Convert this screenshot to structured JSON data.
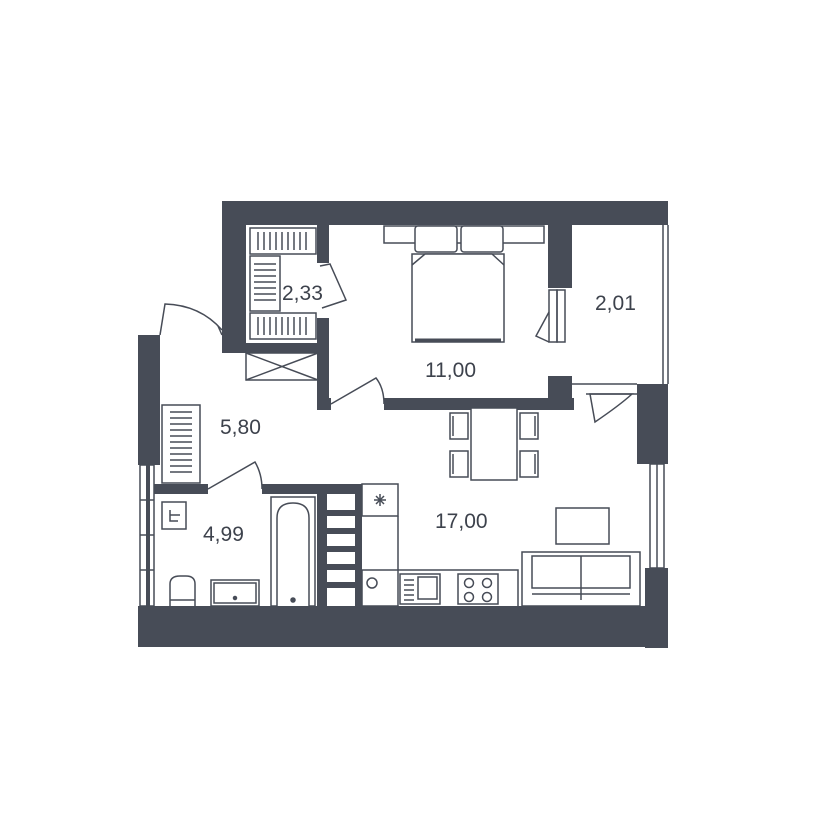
{
  "colors": {
    "wall": "#474c57",
    "line": "#474c57",
    "fill": "#ffffff",
    "label": "#3d424c"
  },
  "rooms": {
    "closet": {
      "area": "2,33"
    },
    "bedroom": {
      "area": "11,00"
    },
    "balcony": {
      "area": "2,01"
    },
    "hallway": {
      "area": "5,80"
    },
    "bathroom": {
      "area": "4,99"
    },
    "kitchen_living": {
      "area": "17,00"
    }
  },
  "icons": {
    "vent": "asterisk-icon",
    "drain": "drain-icon"
  }
}
